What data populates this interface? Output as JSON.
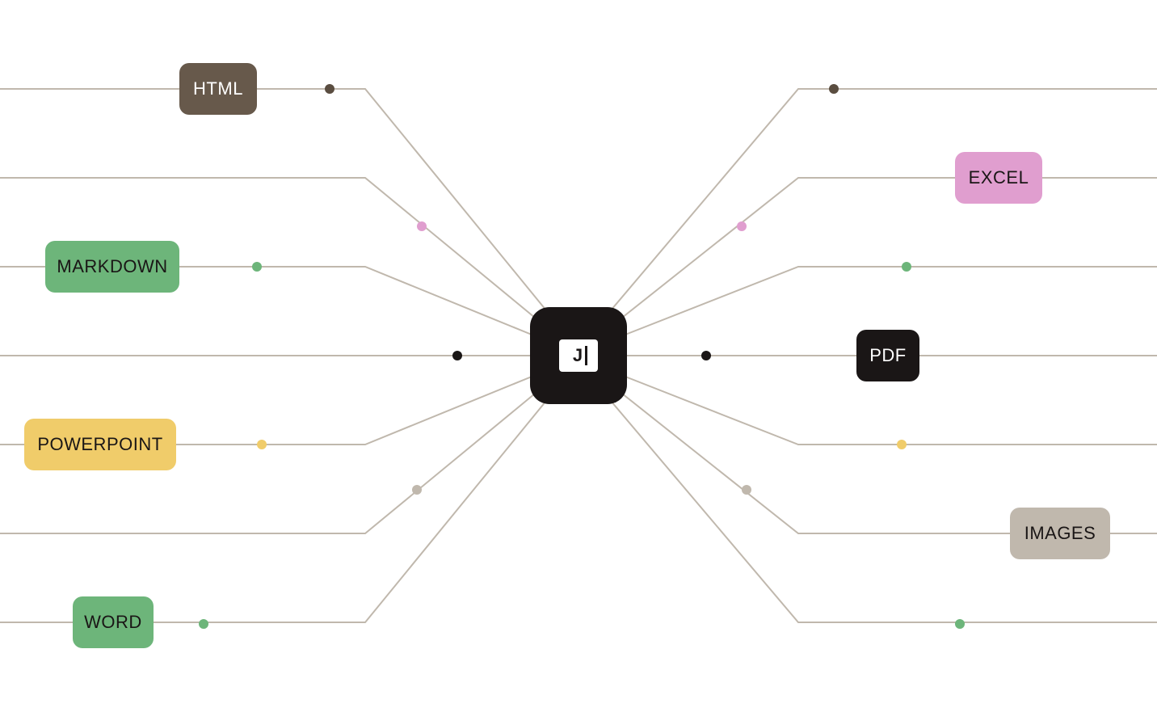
{
  "colors": {
    "line": "#c0b8ad",
    "hub_bg": "#1a1616",
    "hub_logo_bg": "#ffffff"
  },
  "hub": {
    "logo_text": "J",
    "icon": "logo-icon"
  },
  "connectors": {
    "left": [
      {
        "label": "HTML",
        "bg": "#67594b",
        "text_color": "#ffffff",
        "dot": "#5a4d40"
      },
      {
        "label": "",
        "bg": "",
        "text_color": "",
        "dot": "#e09ecf"
      },
      {
        "label": "MARKDOWN",
        "bg": "#6db57a",
        "text_color": "#1a1616",
        "dot": "#6db57a"
      },
      {
        "label": "",
        "bg": "",
        "text_color": "",
        "dot": "#1a1616"
      },
      {
        "label": "POWERPOINT",
        "bg": "#f0cc6a",
        "text_color": "#1a1616",
        "dot": "#f0cc6a"
      },
      {
        "label": "",
        "bg": "",
        "text_color": "",
        "dot": "#c0b8ad"
      },
      {
        "label": "WORD",
        "bg": "#6db57a",
        "text_color": "#1a1616",
        "dot": "#6db57a"
      }
    ],
    "right": [
      {
        "label": "",
        "bg": "",
        "text_color": "",
        "dot": "#5a4d40"
      },
      {
        "label": "EXCEL",
        "bg": "#e09ecf",
        "text_color": "#1a1616",
        "dot": "#e09ecf"
      },
      {
        "label": "",
        "bg": "",
        "text_color": "",
        "dot": "#6db57a"
      },
      {
        "label": "PDF",
        "bg": "#1a1616",
        "text_color": "#ffffff",
        "dot": "#1a1616"
      },
      {
        "label": "",
        "bg": "",
        "text_color": "",
        "dot": "#f0cc6a"
      },
      {
        "label": "IMAGES",
        "bg": "#c0b8ad",
        "text_color": "#1a1616",
        "dot": "#c0b8ad"
      },
      {
        "label": "",
        "bg": "",
        "text_color": "",
        "dot": "#6db57a"
      }
    ]
  }
}
